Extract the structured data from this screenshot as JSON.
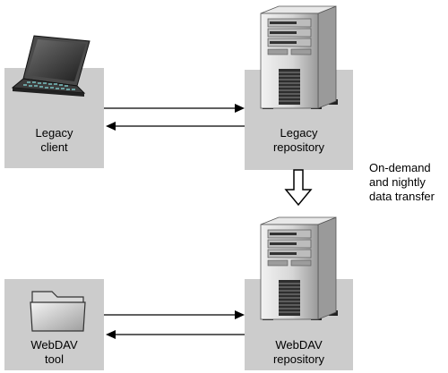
{
  "nodes": {
    "legacy_client": {
      "line1": "Legacy",
      "line2": "client"
    },
    "legacy_repository": {
      "line1": "Legacy",
      "line2": "repository"
    },
    "webdav_tool": {
      "line1": "WebDAV",
      "line2": "tool"
    },
    "webdav_repository": {
      "line1": "WebDAV",
      "line2": "repository"
    }
  },
  "transfer_note": {
    "line1": "On-demand",
    "line2": "and nightly",
    "line3": "data transfer"
  },
  "colors": {
    "box_fill": "#cccccc",
    "server_body": "#d4d4d4",
    "server_dark": "#3a3a3a",
    "arrow": "#000000"
  },
  "icons": {
    "legacy_client": "laptop-icon",
    "legacy_repository": "server-tower-icon",
    "webdav_tool": "folder-icon",
    "webdav_repository": "server-tower-icon"
  }
}
